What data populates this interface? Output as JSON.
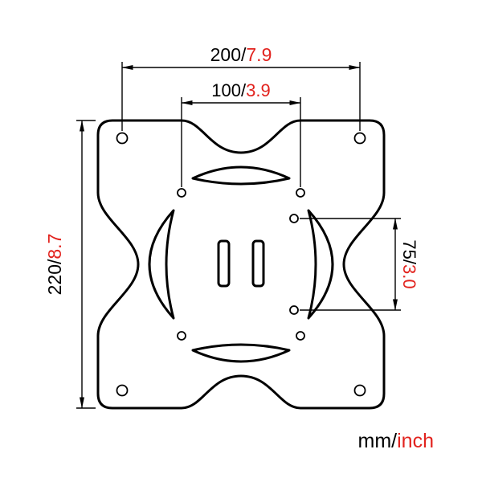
{
  "diagram": {
    "unit_legend": {
      "mm": "mm/",
      "inch": "inch"
    },
    "dimensions": {
      "outer_width": {
        "mm": "200/",
        "inch": "7.9"
      },
      "inner_width": {
        "mm": "100/",
        "inch": "3.9"
      },
      "outer_height": {
        "mm": "220/",
        "inch": "8.7"
      },
      "inner_height": {
        "mm": "75/",
        "inch": "3.0"
      }
    },
    "colors": {
      "mm_text": "#000000",
      "inch_text": "#e2231e",
      "line": "#000000",
      "background": "#ffffff"
    }
  }
}
